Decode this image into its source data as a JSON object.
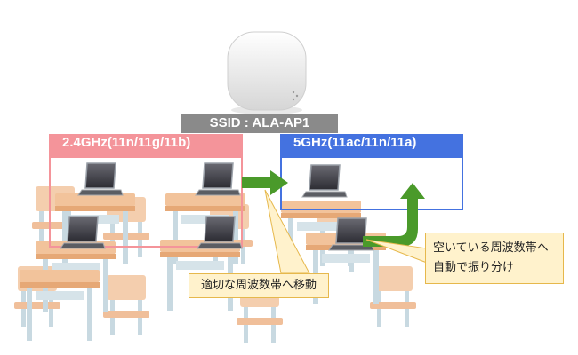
{
  "access_point": {
    "ssid_label": "SSID : ALA-AP1"
  },
  "bands": {
    "band_24": {
      "label": "2.4GHz(11n/11g/11b)",
      "color": "#f4949a"
    },
    "band_5": {
      "label": "5GHz(11ac/11n/11a)",
      "color": "#4472e0"
    }
  },
  "callouts": {
    "move_label": "適切な周波数帯へ移動",
    "auto_line1": "空いている周波数帯へ",
    "auto_line2": "自動で振り分け"
  },
  "icons": [
    "access-point-icon",
    "laptop-icon",
    "desk-icon",
    "chair-icon",
    "arrow-icon"
  ],
  "colors": {
    "arrow_green": "#4a9a2a",
    "callout_bg": "#fff2cc",
    "ssid_bg": "#8a8a8a"
  }
}
